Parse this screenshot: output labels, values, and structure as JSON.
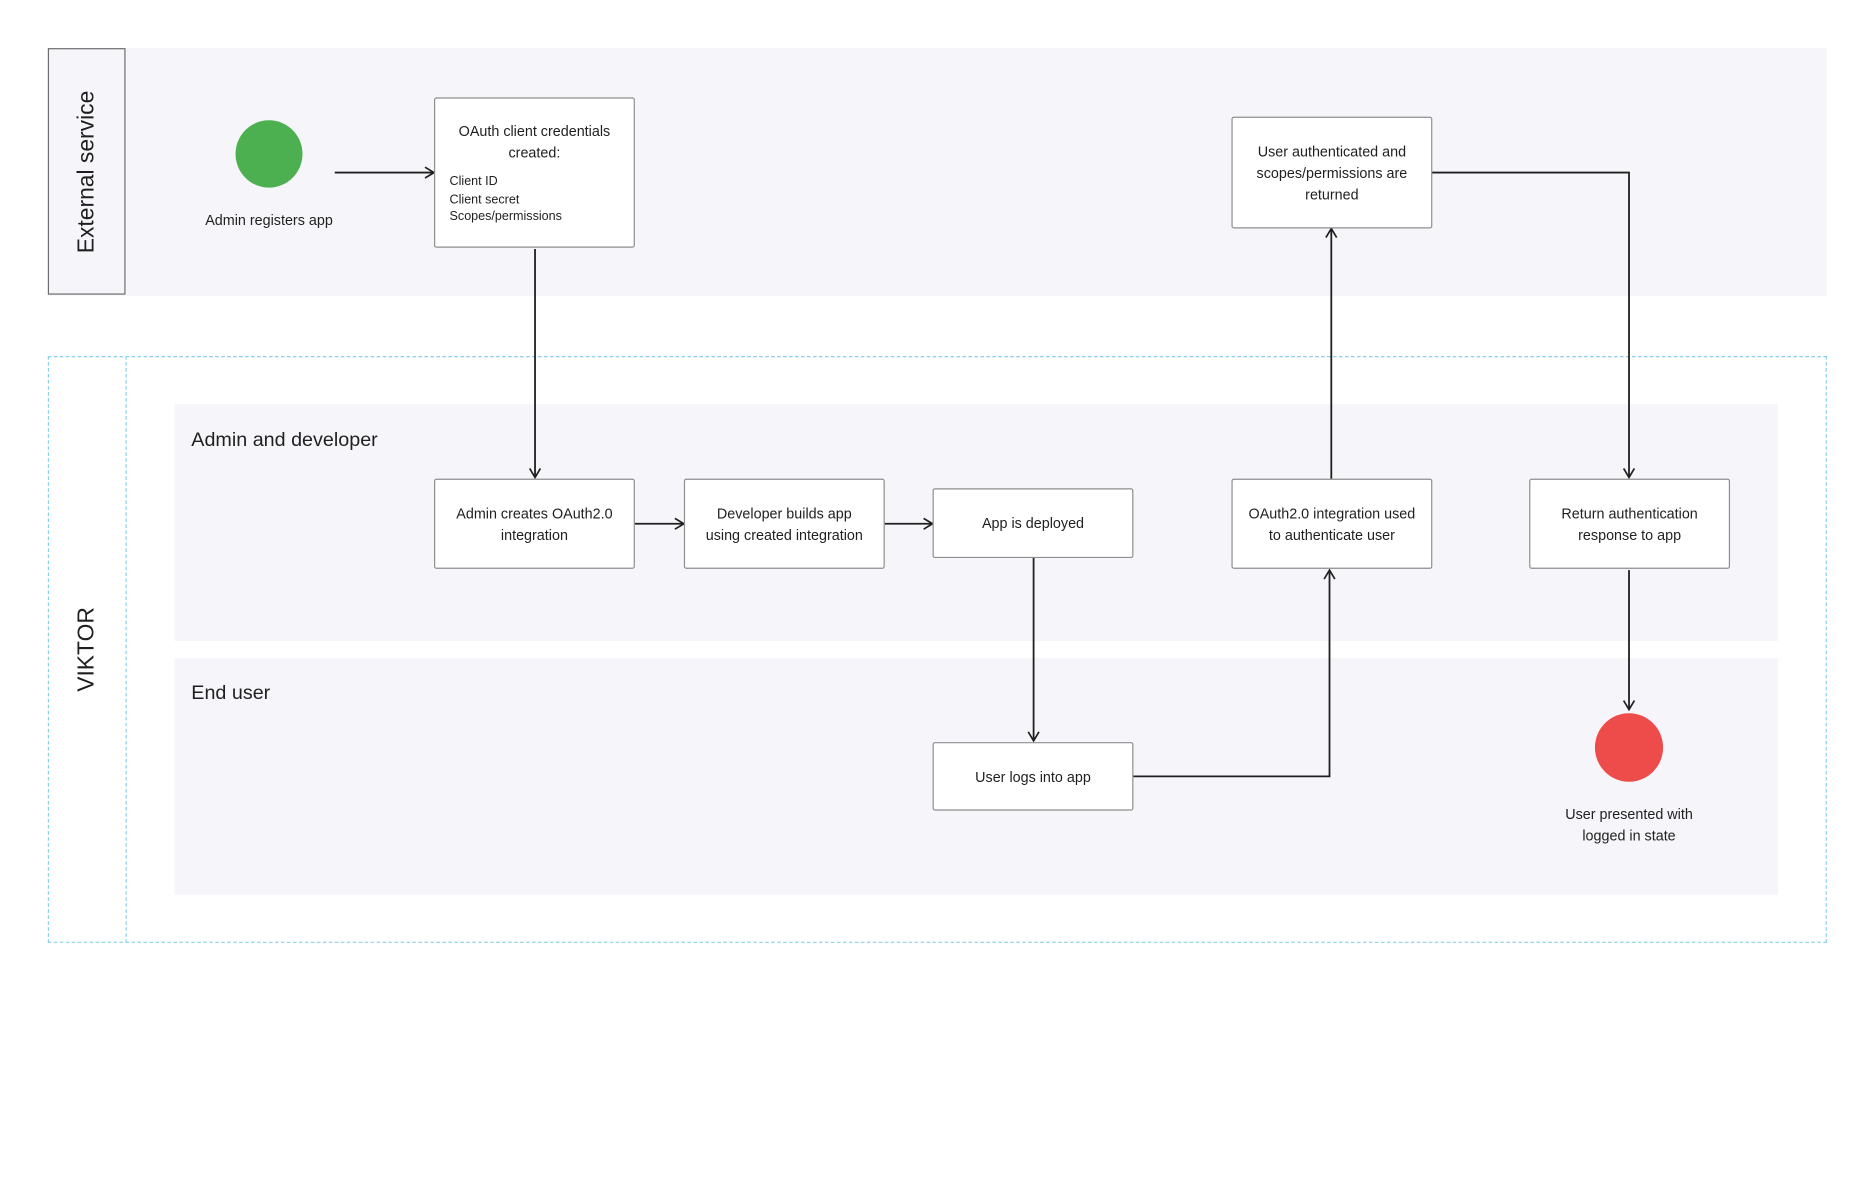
{
  "pools": {
    "external": {
      "label": "External service"
    },
    "viktor": {
      "label": "VIKTOR"
    }
  },
  "lanes": {
    "admin_developer": {
      "title": "Admin and developer"
    },
    "end_user": {
      "title": "End user"
    }
  },
  "events": {
    "start": {
      "label": "Admin registers app",
      "color": "#4caf50"
    },
    "end": {
      "label_line1": "User presented with",
      "label_line2": "logged in state",
      "color": "#ee4b4b"
    }
  },
  "nodes": {
    "oauth_credentials": {
      "title": "OAuth client credentials created:",
      "items": [
        "Client ID",
        "Client secret",
        "Scopes/permissions"
      ]
    },
    "user_authenticated": {
      "title": "User authenticated and scopes/permissions are returned"
    },
    "admin_creates": {
      "title": "Admin creates OAuth2.0 integration"
    },
    "developer_builds": {
      "title": "Developer builds app using created integration"
    },
    "app_deployed": {
      "title": "App is deployed"
    },
    "oauth_integration_used": {
      "title": "OAuth2.0 integration used to authenticate user"
    },
    "return_response": {
      "title": "Return authentication response to app"
    },
    "user_logs_in": {
      "title": "User logs into app"
    }
  },
  "edges": [
    {
      "from": "start",
      "to": "oauth_credentials"
    },
    {
      "from": "oauth_credentials",
      "to": "admin_creates"
    },
    {
      "from": "admin_creates",
      "to": "developer_builds"
    },
    {
      "from": "developer_builds",
      "to": "app_deployed"
    },
    {
      "from": "app_deployed",
      "to": "user_logs_in"
    },
    {
      "from": "user_logs_in",
      "to": "oauth_integration_used"
    },
    {
      "from": "oauth_integration_used",
      "to": "user_authenticated"
    },
    {
      "from": "user_authenticated",
      "to": "return_response"
    },
    {
      "from": "return_response",
      "to": "end"
    }
  ],
  "colors": {
    "lane_fill": "#f6f6fa",
    "viktor_border": "#8ccfea",
    "node_border": "#8e8e8e",
    "edge": "#1f1f1f"
  }
}
